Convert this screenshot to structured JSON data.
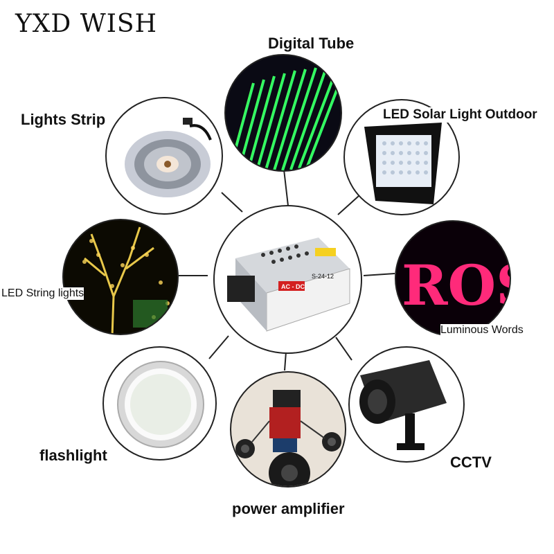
{
  "brand": "YXD WISH",
  "center": {
    "ac_dc": "AC - DC",
    "model": "S-24-12"
  },
  "applications": [
    {
      "label": "Digital Tube",
      "icon": "digital-tube-icon"
    },
    {
      "label": "Lights Strip",
      "icon": "light-strip-reel-icon"
    },
    {
      "label": "LED Solar Light Outdoor",
      "icon": "solar-floodlight-icon"
    },
    {
      "label": "LED String lights",
      "icon": "string-lights-tree-icon"
    },
    {
      "label": "Luminous Words",
      "icon": "luminous-sign-icon"
    },
    {
      "label": "flashlight",
      "icon": "downlight-icon"
    },
    {
      "label": "power amplifier",
      "icon": "amplifier-board-icon"
    },
    {
      "label": "CCTV",
      "icon": "cctv-camera-icon"
    }
  ],
  "luminous_sign_text": "ROSE"
}
